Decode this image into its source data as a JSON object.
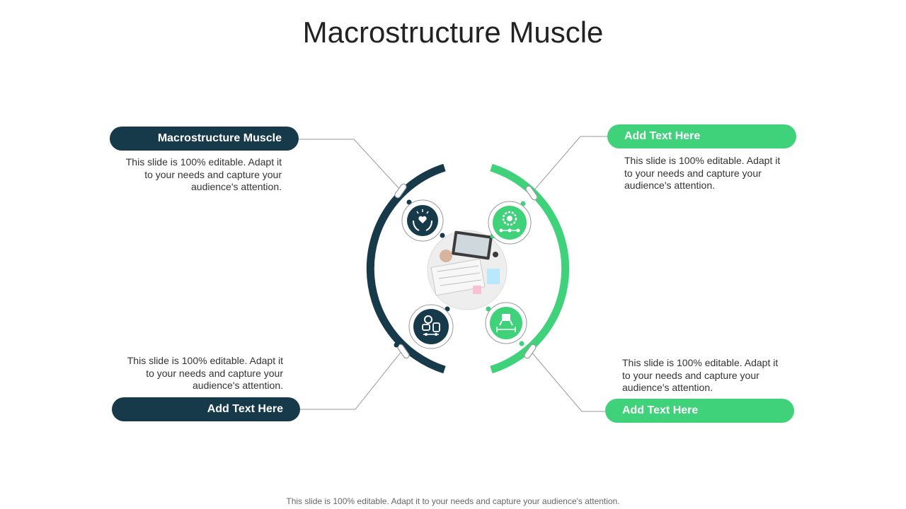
{
  "title": "Macrostructure Muscle",
  "footer": "This slide is 100% editable. Adapt it to your needs and capture your audience's attention.",
  "items": [
    {
      "label": "Macrostructure Muscle",
      "text": "This slide is 100% editable.  Adapt it to your needs and capture your audience's attention.",
      "icon": "hands-heart-icon"
    },
    {
      "label": "Add  Text Here",
      "text": "This slide is 100% editable.  Adapt it to your needs and capture your audience's attention.",
      "icon": "gear-lightbulb-icon"
    },
    {
      "label": "Add  Text Here",
      "text": "This slide is 100% editable.  Adapt it to your needs and capture your audience's attention.",
      "icon": "robot-arm-icon"
    },
    {
      "label": "Add  Text Here",
      "text": "This slide is 100% editable.  Adapt it to your needs and capture your audience's attention.",
      "icon": "measure-tool-icon"
    }
  ],
  "colors": {
    "dark": "#173a4b",
    "green": "#3fd27a"
  }
}
